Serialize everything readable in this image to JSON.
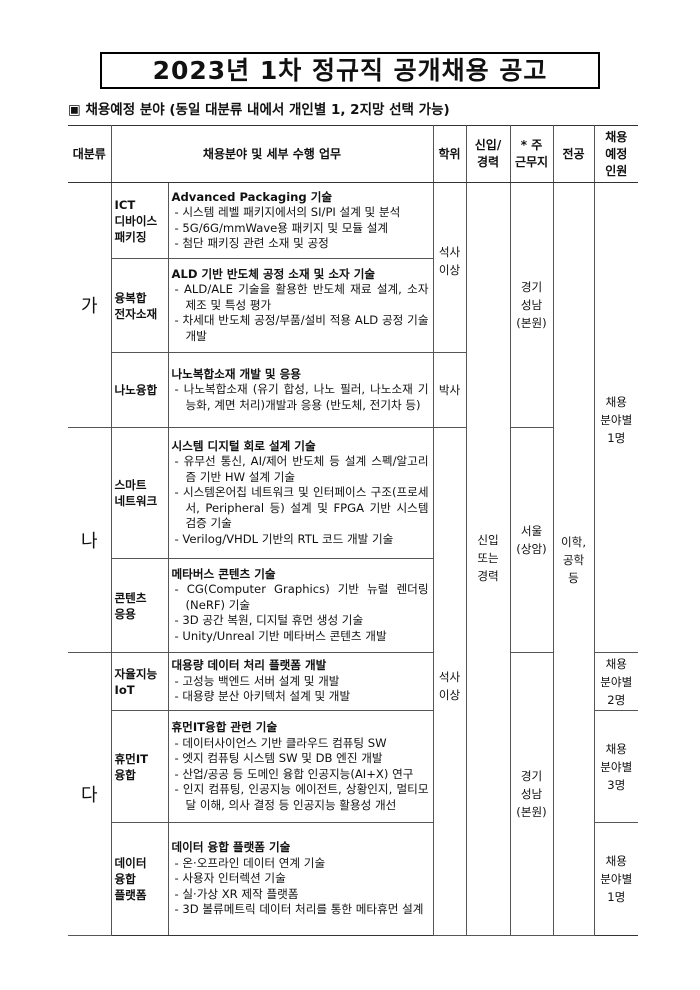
{
  "title": "2023년 1차 정규직 공개채용 공고",
  "subtitle": "▣ 채용예정 분야 (동일 대분류 내에서 개인별 1, 2지망 선택 가능)",
  "headers": {
    "category": "대분류",
    "field": "채용분야 및 세부 수행 업무",
    "degree": "학위",
    "career": "신입/\n경력",
    "location": "* 주\n근무지",
    "major": "전공",
    "count": "채용\n예정\n인원"
  },
  "groups": [
    "가",
    "나",
    "다"
  ],
  "rows": [
    {
      "field": "ICT\n디바이스\n패키징",
      "head": "Advanced Packaging 기술",
      "items": [
        "시스템 레벨 패키지에서의 SI/PI 설계 및 분석",
        "5G/6G/mmWave용 패키지 및 모듈 설계",
        "첨단 패키징 관련 소재 및 공정"
      ]
    },
    {
      "field": "융복합\n전자소재",
      "head": "ALD 기반 반도체 공정 소재 및 소자 기술",
      "items": [
        "ALD/ALE 기술을 활용한 반도체 재료 설계, 소자 제조 및 특성 평가",
        "차세대 반도체 공정/부품/설비 적용 ALD 공정 기술 개발"
      ]
    },
    {
      "field": "나노융합",
      "head": "나노복합소재 개발 및 응용",
      "items": [
        "나노복합소재 (유기 합성, 나노 필러, 나노소재 기능화, 계면 처리)개발과 응용 (반도체, 전기차 등)"
      ]
    },
    {
      "field": "스마트\n네트워크",
      "head": "시스템 디지털 회로 설계 기술",
      "items": [
        "유무선 통신, AI/제어 반도체 등 설계 스펙/알고리즘 기반 HW 설계 기술",
        "시스템온어칩 네트워크 및 인터페이스 구조(프로세서, Peripheral 등) 설계 및 FPGA 기반 시스템 검증 기술",
        "Verilog/VHDL 기반의 RTL 코드 개발 기술"
      ]
    },
    {
      "field": "콘텐츠\n응용",
      "head": "메타버스 콘텐츠 기술",
      "items": [
        "CG(Computer Graphics) 기반 뉴럴 렌더링(NeRF) 기술",
        "3D 공간 복원, 디지털 휴먼 생성 기술",
        "Unity/Unreal 기반 메타버스 콘텐츠 개발"
      ]
    },
    {
      "field": "자율지능\nIoT",
      "head": "대용량 데이터 처리 플랫폼 개발",
      "items": [
        "고성능 백엔드 서버 설계 및 개발",
        "대용량 분산 아키텍처 설계 및 개발"
      ]
    },
    {
      "field": "휴먼IT\n융합",
      "head": "휴먼IT융합 관련 기술",
      "items": [
        "데이터사이언스 기반 클라우드 컴퓨팅 SW",
        "엣지 컴퓨팅 시스템 SW 및 DB 엔진 개발",
        "산업/공공 등 도메인 융합 인공지능(AI+X) 연구",
        "인지 컴퓨팅, 인공지능 에이전트, 상황인지, 멀티모달 이해, 의사 결정 등 인공지능 활용성 개선"
      ]
    },
    {
      "field": "데이터\n융합\n플랫폼",
      "head": "데이터 융합 플랫폼 기술",
      "items": [
        "온·오프라인 데이터 연계 기술",
        "사용자 인터렉션 기술",
        "실·가상 XR 제작 플랫폼",
        "3D 볼류메트릭 데이터 처리를 통한 메타휴먼 설계"
      ]
    }
  ],
  "degree": [
    "석사\n이상",
    "박사",
    "석사\n이상"
  ],
  "career": "신입\n또는\n경력",
  "locations": [
    "경기\n성남\n(본원)",
    "서울\n(상암)",
    "경기\n성남\n(본원)"
  ],
  "major": "이학,\n공학\n등",
  "counts": [
    "채용\n분야별\n1명",
    "채용\n분야별\n2명",
    "채용\n분야별\n3명",
    "채용\n분야별\n1명"
  ]
}
